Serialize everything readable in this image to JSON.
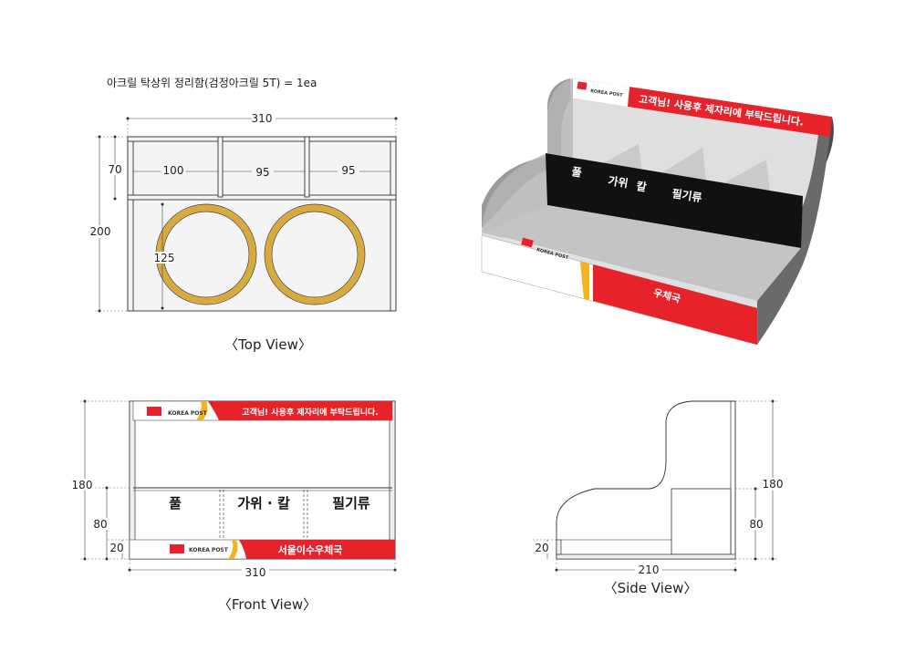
{
  "title": "아크릴 탁상위 정리함(검정아크릴 5T) = 1ea",
  "top_view": {
    "caption": "〈Top View〉",
    "dims": {
      "width": "310",
      "depth": "200",
      "front_depth": "70",
      "comp1": "100",
      "comp2": "95",
      "comp3": "95",
      "hole": "125"
    }
  },
  "front_view": {
    "caption": "〈Front View〉",
    "dims": {
      "height": "180",
      "divider": "80",
      "base": "20",
      "width": "310"
    },
    "top_banner": {
      "logo": "KOREA POST",
      "text": "고객님! 사용후 제자리에 부탁드립니다."
    },
    "labels": [
      "풀",
      "가위 · 칼",
      "필기류"
    ],
    "bottom_banner": {
      "logo": "KOREA POST",
      "text": "서울이수우체국"
    }
  },
  "side_view": {
    "caption": "〈Side View〉",
    "dims": {
      "height": "180",
      "divider": "80",
      "base": "20",
      "depth": "210"
    }
  },
  "render": {
    "banner_logo": "KOREA POST",
    "banner_text": "고객님! 사용후 제자리에 부탁드립니다.",
    "labels": [
      "풀",
      "가위",
      "칼",
      "필기류"
    ],
    "bottom_text": "우체국"
  },
  "colors": {
    "banner_red": "#e8222a",
    "ring_gold": "#d9a93a",
    "panel_black": "#111111",
    "acrylic_gray": "#bfbfbf"
  }
}
